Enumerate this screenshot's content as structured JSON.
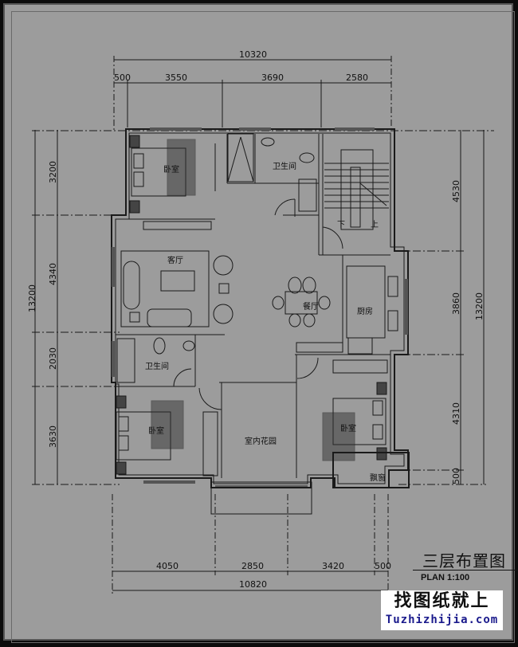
{
  "drawing": {
    "title": "三层布置图",
    "scale_label": "PLAN 1:100",
    "background": "#9c9c9c",
    "line_color": "#111111"
  },
  "dimensions": {
    "top_total": "10320",
    "top": [
      "500",
      "3550",
      "3690",
      "2580"
    ],
    "bottom_total": "10820",
    "bottom": [
      "4050",
      "2850",
      "3420",
      "500"
    ],
    "left_total": "13200",
    "left": [
      "3200",
      "4340",
      "2030",
      "3630"
    ],
    "right_total": "13200",
    "right": [
      "4530",
      "3860",
      "4310",
      "500"
    ]
  },
  "rooms": {
    "bedroom_nw": "卧室",
    "bathroom_n": "卫生间",
    "living_room": "客厅",
    "dining": "餐厅",
    "kitchen": "厨房",
    "bathroom_w": "卫生间",
    "bedroom_sw": "卧室",
    "garden": "室内花园",
    "bedroom_se": "卧室",
    "bay_window": "飘窗",
    "stair_down": "下",
    "stair_up": "上"
  },
  "watermark": {
    "cn": "找图纸就上",
    "en": "Tuzhizhijia.com"
  }
}
